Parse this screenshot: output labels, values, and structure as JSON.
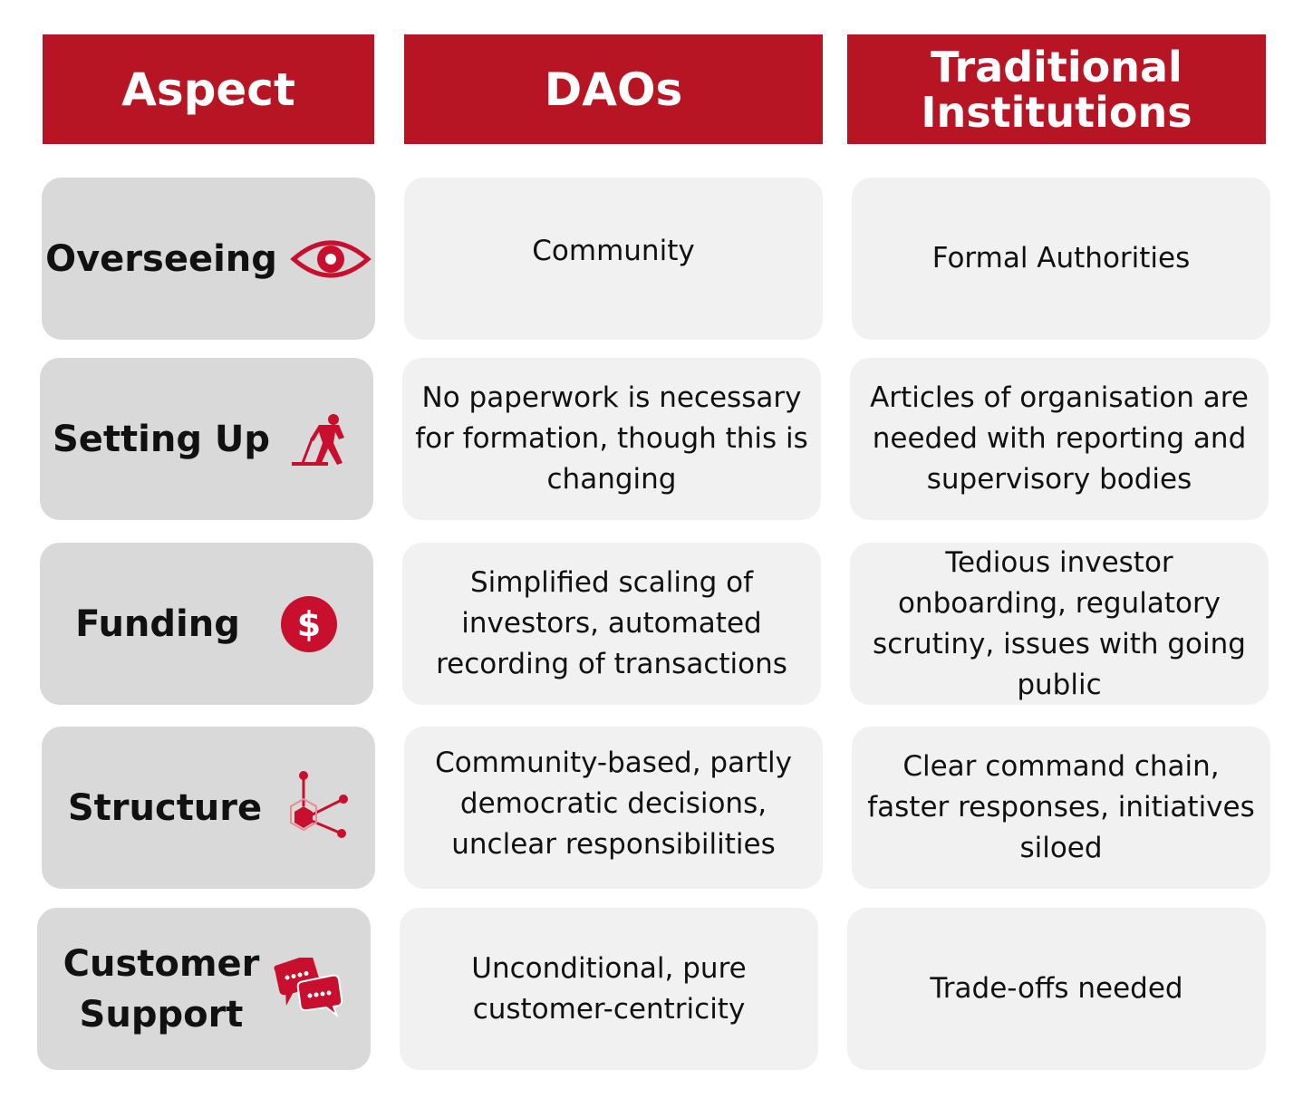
{
  "headers": {
    "aspect": "Aspect",
    "daos": "DAOs",
    "traditional_line1": "Traditional",
    "traditional_line2": "Institutions"
  },
  "rows": [
    {
      "aspect": "Overseeing",
      "icon": "eye-icon",
      "daos": "Community",
      "traditional": "Formal Authorities"
    },
    {
      "aspect": "Setting Up",
      "icon": "builder-icon",
      "daos": "No paperwork is necessary for formation, though this is changing",
      "traditional": "Articles of organisation are needed with reporting and supervisory bodies"
    },
    {
      "aspect": "Funding",
      "icon": "dollar-icon",
      "daos": "Simplified scaling of investors, automated recording of transactions",
      "traditional": "Tedious investor onboarding, regulatory scrutiny, issues with going public"
    },
    {
      "aspect": "Structure",
      "icon": "network-icon",
      "daos": "Community-based, partly democratic decisions, unclear responsibilities",
      "traditional": "Clear command chain, faster responses, initiatives siloed"
    },
    {
      "aspect_line1": "Customer",
      "aspect_line2": "Support",
      "icon": "chat-bubbles-icon",
      "daos": "Unconditional, pure customer-centricity",
      "traditional": "Trade-offs needed"
    }
  ],
  "colors": {
    "header_red": "#b71424",
    "icon_red": "#c8102e",
    "aspect_bg": "#d9d9d9",
    "content_bg": "#f1f1f1"
  }
}
